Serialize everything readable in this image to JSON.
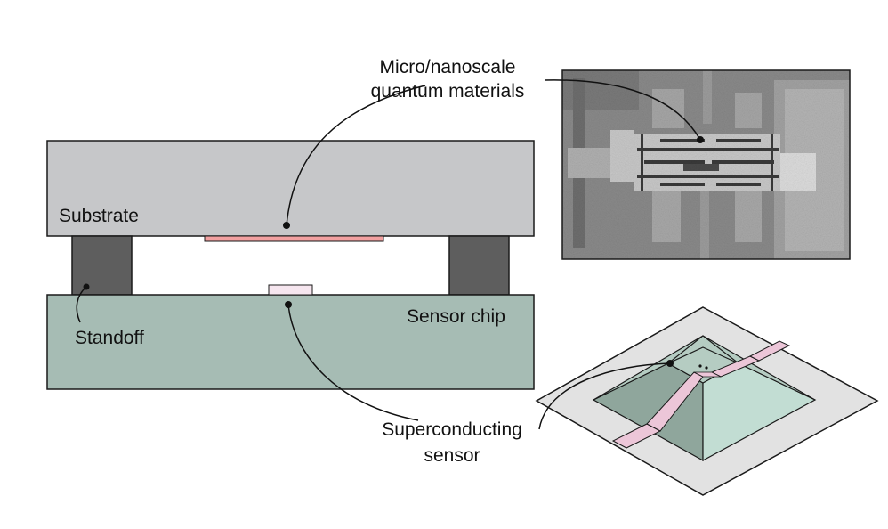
{
  "labels": {
    "substrate": "Substrate",
    "standoff": "Standoff",
    "sensor_chip": "Sensor chip",
    "quantum_materials_line1": "Micro/nanoscale",
    "quantum_materials_line2": "quantum materials",
    "sensor_line1": "Superconducting",
    "sensor_line2": "sensor"
  },
  "colors": {
    "substrate": "#c6c7c9",
    "standoff": "#5e5e5e",
    "sensor_chip": "#a6bcb4",
    "quantum_material": "#f2a0a0",
    "sensor": "#f6e6ef",
    "outline": "#1a1a1a",
    "sem_background": "#8a8a8a",
    "pyramid_left_face": "#8fa69c",
    "pyramid_right_face": "#c2ddd3",
    "pyramid_top": "#b5ccc2",
    "pyramid_base_plate": "#e2e2e2",
    "trace": "#ecc6d8"
  }
}
